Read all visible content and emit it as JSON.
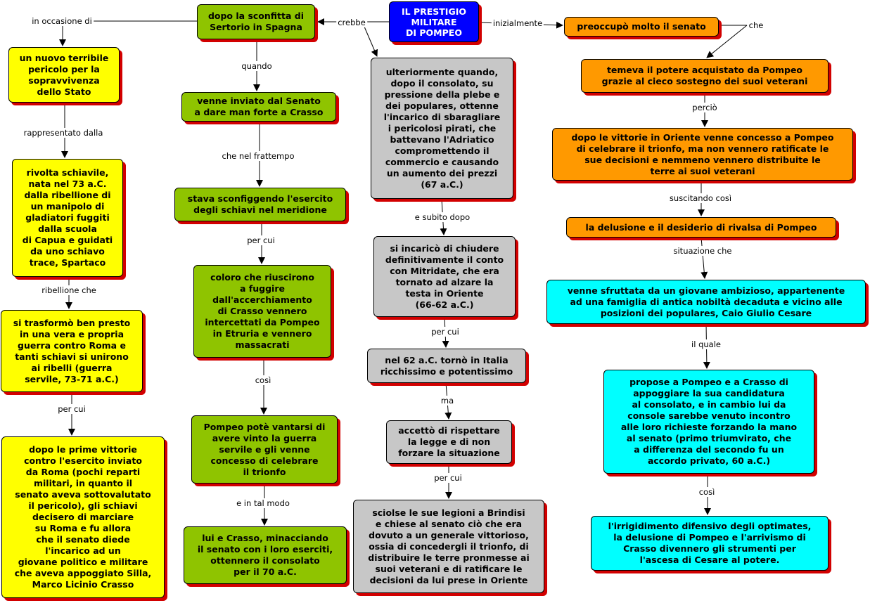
{
  "root": "IL PRESTIGIO\nMILITARE\nDI POMPEO",
  "left": {
    "n1": "un nuovo terribile\npericolo per la\nsopravvivenza\ndello Stato",
    "n2": "rivolta schiavile,\nnata nel 73 a.C.\ndalla ribellione di\nun manipolo di\ngladiatori fuggiti\ndalla scuola\ndi Capua e guidati\nda uno schiavo\ntrace, Spartaco",
    "n3": "si trasformò ben presto\nin una vera e propria\nguerra contro Roma e\ntanti schiavi si unirono\nai ribelli (guerra\nservile, 73-71 a.C.)",
    "n4": "dopo le prime vittorie\ncontro l'esercito inviato\nda Roma (pochi reparti\nmilitari, in quanto il\nsenato aveva sottovalutato\nil pericolo), gli schiavi\ndecisero di marciare\nsu Roma e fu allora\nche il senato diede\nl'incarico ad un\ngiovane politico e militare\nche aveva appoggiato Silla,\nMarco Licinio Crasso"
  },
  "green": {
    "g1": "dopo la sconfitta di\nSertorio in Spagna",
    "g2": "venne inviato dal Senato\na dare man forte a Crasso",
    "g3": "stava sconfiggendo l'esercito\ndegli schiavi nel meridione",
    "g4": "coloro che riuscirono\na  fuggire\ndall'accerchiamento\ndi Crasso vennero\nintercettati da Pompeo\nin Etruria e vennero\nmassacrati",
    "g5": "Pompeo potè vantarsi di\navere vinto la guerra\nservile e gli venne\nconcesso di celebrare\nil trionfo",
    "g6": "lui e Crasso, minacciando\nil senato con i loro eserciti,\nottennero il consolato\nper il 70 a.C."
  },
  "gray": {
    "c1": "ulteriormente quando,\ndopo il consolato, su\npressione della plebe e\ndei populares, ottenne\nl'incarico di sbaragliare\ni pericolosi pirati, che\nbattevano l'Adriatico\ncompromettendo il\ncommercio e causando\nun aumento dei prezzi\n(67 a.C.)",
    "c2": "si incaricò di chiudere\ndefinitivamente il conto\ncon Mitridate, che era\ntornato ad alzare la\ntesta in Oriente\n(66-62 a.C.)",
    "c3": "nel 62 a.C. tornò in Italia\nricchissimo e potentissimo",
    "c4": "accettò di rispettare\nla legge e di non\nforzare la situazione",
    "c5": "sciolse le sue legioni a Brindisi\ne chiese al senato ciò che era\ndovuto a un generale vittorioso,\nossia di concedergli il trionfo, di\ndistribuire le terre pronmesse ai\nsuoi veterani e di ratificare le\ndecisioni da lui prese in Oriente"
  },
  "right": {
    "o1": "preoccupò molto il senato",
    "o2": "temeva il potere acquistato da Pompeo\ngrazie al cieco sostegno  dei suoi  veterani",
    "o3": "dopo le vittorie in Oriente venne concesso a Pompeo\ndi celebrare il trionfo, ma non vennero ratificate le\nsue decisioni e nemmeno vennero distribuite le\nterre ai suoi veterani",
    "o4": "la delusione e il desiderio di rivalsa di Pompeo",
    "b1": "venne sfruttata da un giovane ambizioso, appartenente\nad una famiglia di antica nobiltà decaduta e vicino alle\nposizioni dei populares, Caio Giulio Cesare",
    "b2": "propose a Pompeo e a Crasso di\nappoggiare la sua candidatura\nal consolato, e in cambio lui da\nconsole sarebbe venuto incontro\nalle loro  richieste forzando la mano\nal senato (primo triumvirato, che\na differenza del secondo fu un\naccordo privato, 60 a.C.)",
    "b3": "l'irrigidimento difensivo degli optimates,\nla delusione di Pompeo e l'arrivismo di\nCrasso divennero gli strumenti per\nl'ascesa di Cesare al potere."
  },
  "links": {
    "in_occasione_di": "in occasione di",
    "rappresentato_dalla": "rappresentato dalla",
    "ribellione_che": "ribellione che",
    "per_cui_left": "per cui",
    "crebbe": "crebbe",
    "quando": "quando",
    "che_nel_frattempo": "che nel frattempo",
    "per_cui_green": "per cui",
    "cosi_green": "così",
    "e_in_tal_modo": "e in tal modo",
    "e_subito_dopo": "e subito dopo",
    "per_cui_gray1": "per cui",
    "ma": "ma",
    "per_cui_gray2": "per cui",
    "inizialmente": "inizialmente",
    "che": "che",
    "percio": "perciò",
    "suscitando_cosi": "suscitando così",
    "situazione_che": "situazione che",
    "il_quale": "il quale",
    "cosi_right": "così"
  },
  "colors": {
    "root": "#0000ff",
    "yellow": "#ffff00",
    "green": "#8fc400",
    "gray": "#c7c7c7",
    "orange": "#ff9900",
    "cyan": "#00ffff",
    "shadow": "#d20000"
  }
}
